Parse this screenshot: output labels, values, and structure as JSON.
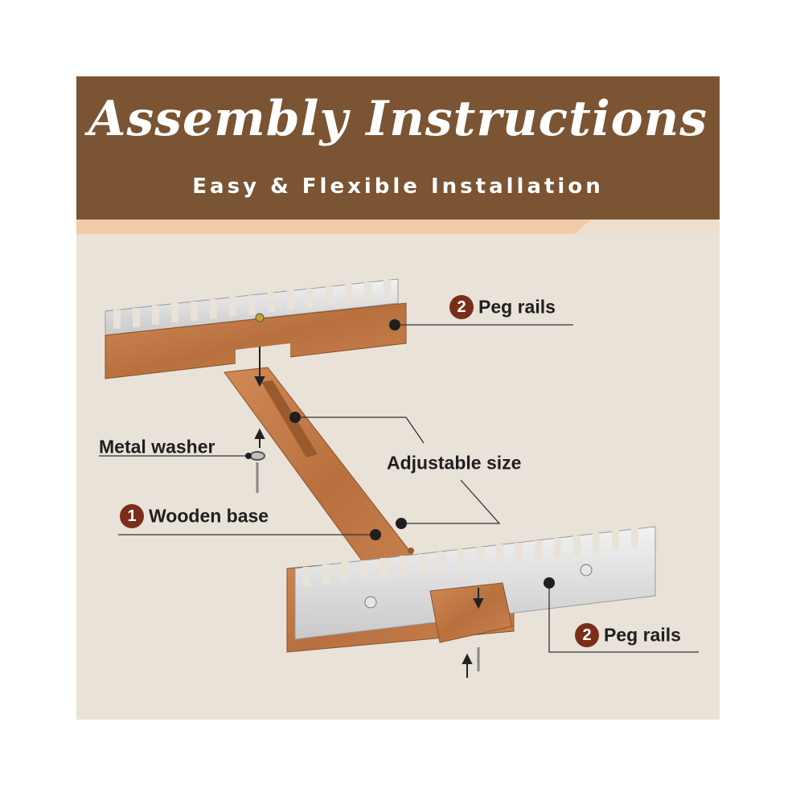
{
  "header": {
    "title": "Assembly Instructions",
    "subtitle": "Easy & Flexible Installation"
  },
  "callouts": {
    "peg_rails_top": {
      "number": "2",
      "text": "Peg rails"
    },
    "metal_washer": {
      "text": "Metal washer"
    },
    "adjustable_size": {
      "text": "Adjustable size"
    },
    "wooden_base": {
      "number": "1",
      "text": "Wooden base"
    },
    "peg_rails_bottom": {
      "number": "2",
      "text": "Peg rails"
    }
  },
  "colors": {
    "header_bg": "#7a5433",
    "card_bg": "#e9e2d8",
    "badge": "#7a2e1a",
    "wood": "#c27a4a",
    "metal": "#d9d9d9"
  }
}
